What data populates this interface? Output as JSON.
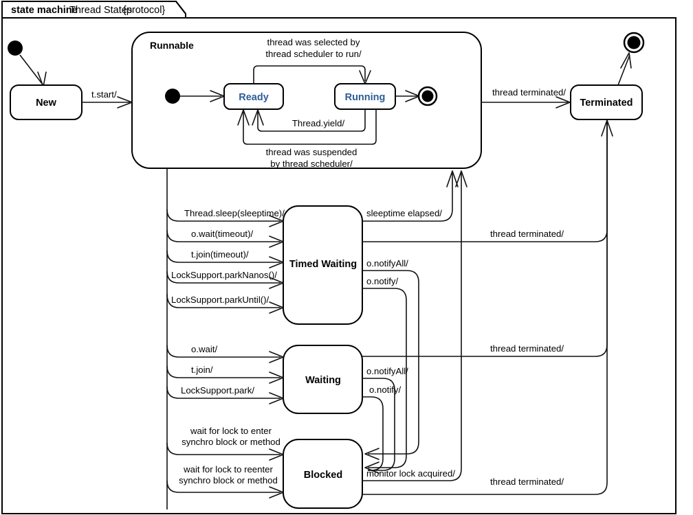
{
  "frame": {
    "kind": "state machine",
    "name": "Thread States",
    "stereotype": "{protocol}"
  },
  "states": {
    "new": "New",
    "runnable": "Runnable",
    "ready": "Ready",
    "running": "Running",
    "terminated": "Terminated",
    "timed_waiting": "Timed Waiting",
    "waiting": "Waiting",
    "blocked": "Blocked"
  },
  "transitions": {
    "start": "t.start/",
    "selected_by_scheduler_l1": "thread was selected by",
    "selected_by_scheduler_l2": "thread scheduler to run/",
    "thread_yield": "Thread.yield/",
    "suspended_l1": "thread was suspended",
    "suspended_l2": "by thread scheduler/",
    "thread_terminated_top": "thread terminated/",
    "thread_sleep": "Thread.sleep(sleeptime)/",
    "o_wait_timeout": "o.wait(timeout)/",
    "t_join_timeout": "t.join(timeout)/",
    "park_nanos": "LockSupport.parkNanos()/",
    "park_until": "LockSupport.parkUntil()/",
    "sleeptime_elapsed": "sleeptime elapsed/",
    "timed_notify_all": "o.notifyAll/",
    "timed_notify": "o.notify/",
    "thread_terminated_timed": "thread terminated/",
    "o_wait": "o.wait/",
    "t_join": "t.join/",
    "park": "LockSupport.park/",
    "waiting_notify_all": "o.notifyAll/",
    "waiting_notify": "o.notify/",
    "thread_terminated_waiting": "thread terminated/",
    "wait_enter_l1": "wait for lock to enter",
    "wait_enter_l2": "synchro block or method",
    "wait_reenter_l1": "wait for lock to reenter",
    "wait_reenter_l2": "synchro block or method",
    "monitor_lock_acquired": "monitor lock acquired/",
    "thread_terminated_blocked": "thread terminated/"
  },
  "pseudostates": {
    "initial_outer": "initial-state",
    "initial_runnable": "initial-state",
    "final_runnable": "final-state",
    "final_outer": "final-state"
  },
  "colors": {
    "stroke": "#000000",
    "state_label_blue": "#2d5d94",
    "background": "#ffffff"
  }
}
